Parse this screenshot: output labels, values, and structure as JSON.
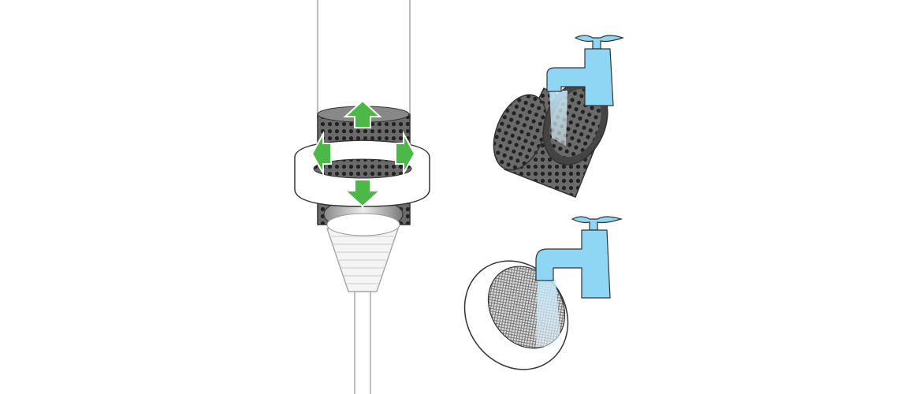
{
  "illustration": {
    "panels": [
      {
        "name": "remove-filter",
        "icons": [
          "filter-cylinder-icon",
          "collar-ring-icon",
          "arrow-up-icon",
          "arrow-left-icon",
          "arrow-right-icon",
          "arrow-down-icon",
          "hose-icon"
        ]
      },
      {
        "name": "rinse-filter",
        "icons": [
          "tap-icon",
          "water-stream-icon",
          "filter-cylinder-icon"
        ]
      },
      {
        "name": "rinse-ring",
        "icons": [
          "tap-icon",
          "water-stream-icon",
          "mesh-ring-icon"
        ]
      }
    ],
    "colors": {
      "arrow": "#4cb848",
      "tap": "#8fd6f5",
      "outline": "#333333",
      "filter_dark": "#555555",
      "background": "#ffffff"
    }
  }
}
